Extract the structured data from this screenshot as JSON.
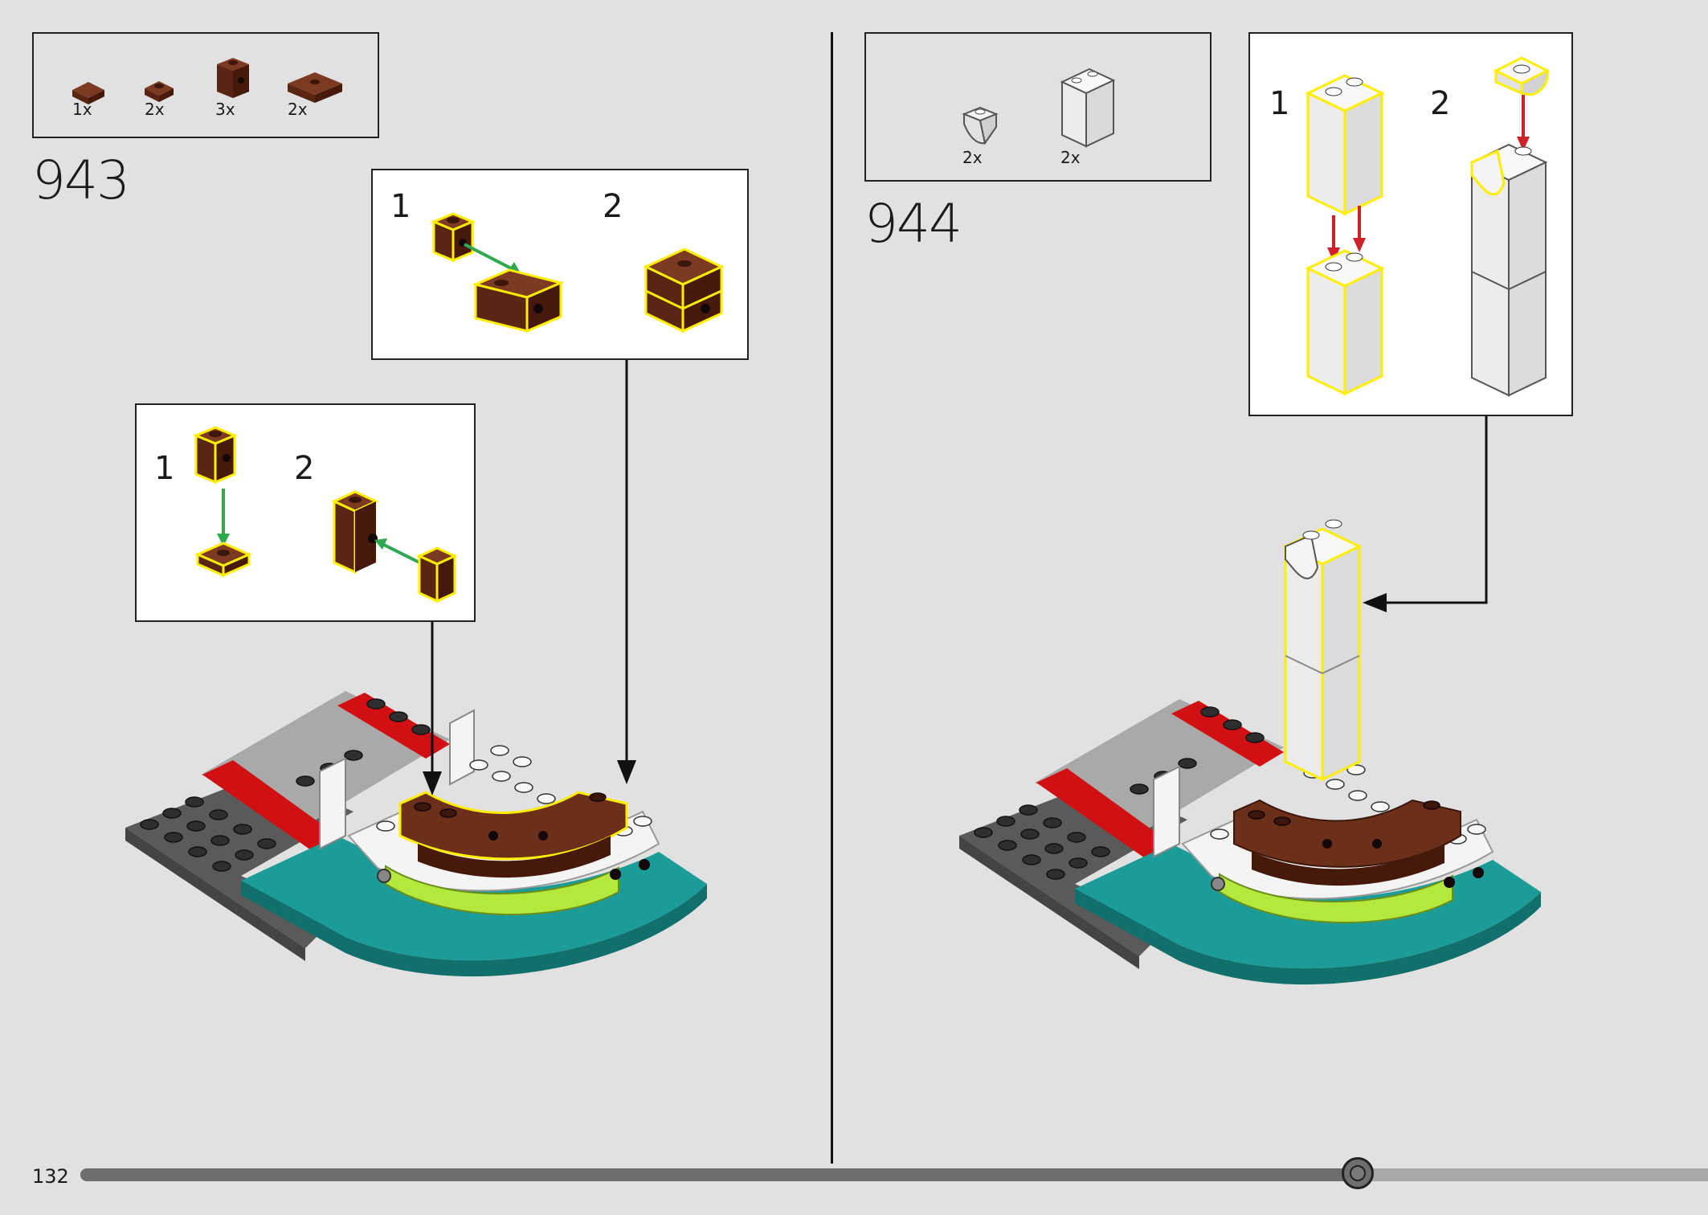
{
  "page": {
    "number": "132",
    "progress_fraction": 0.785
  },
  "colors": {
    "page_bg": "#e1e1e1",
    "brown": "#6b2f1a",
    "white": "#f4f4f4",
    "dark_grey": "#5a5a5a",
    "light_grey": "#a9a9a9",
    "red": "#d01012",
    "teal": "#1c9c98",
    "lime": "#b5e83c",
    "highlight": "#ffee00",
    "arrow_green": "#2fa84f",
    "arrow_red": "#d0202a"
  },
  "steps": [
    {
      "number": "943",
      "parts": [
        {
          "qty": "1x",
          "icon": "brown-plate-1x1-icon"
        },
        {
          "qty": "2x",
          "icon": "brown-tile-round-icon"
        },
        {
          "qty": "3x",
          "icon": "brown-bracket-icon"
        },
        {
          "qty": "2x",
          "icon": "brown-plate-2x2-icon"
        }
      ],
      "callouts": [
        {
          "sub_steps": [
            "1",
            "2"
          ]
        },
        {
          "sub_steps": [
            "1",
            "2"
          ]
        }
      ]
    },
    {
      "number": "944",
      "parts": [
        {
          "qty": "2x",
          "icon": "white-curved-slope-icon"
        },
        {
          "qty": "2x",
          "icon": "white-brick-1x2x3-icon"
        }
      ],
      "callouts": [
        {
          "sub_steps": [
            "1",
            "2"
          ]
        }
      ]
    }
  ]
}
